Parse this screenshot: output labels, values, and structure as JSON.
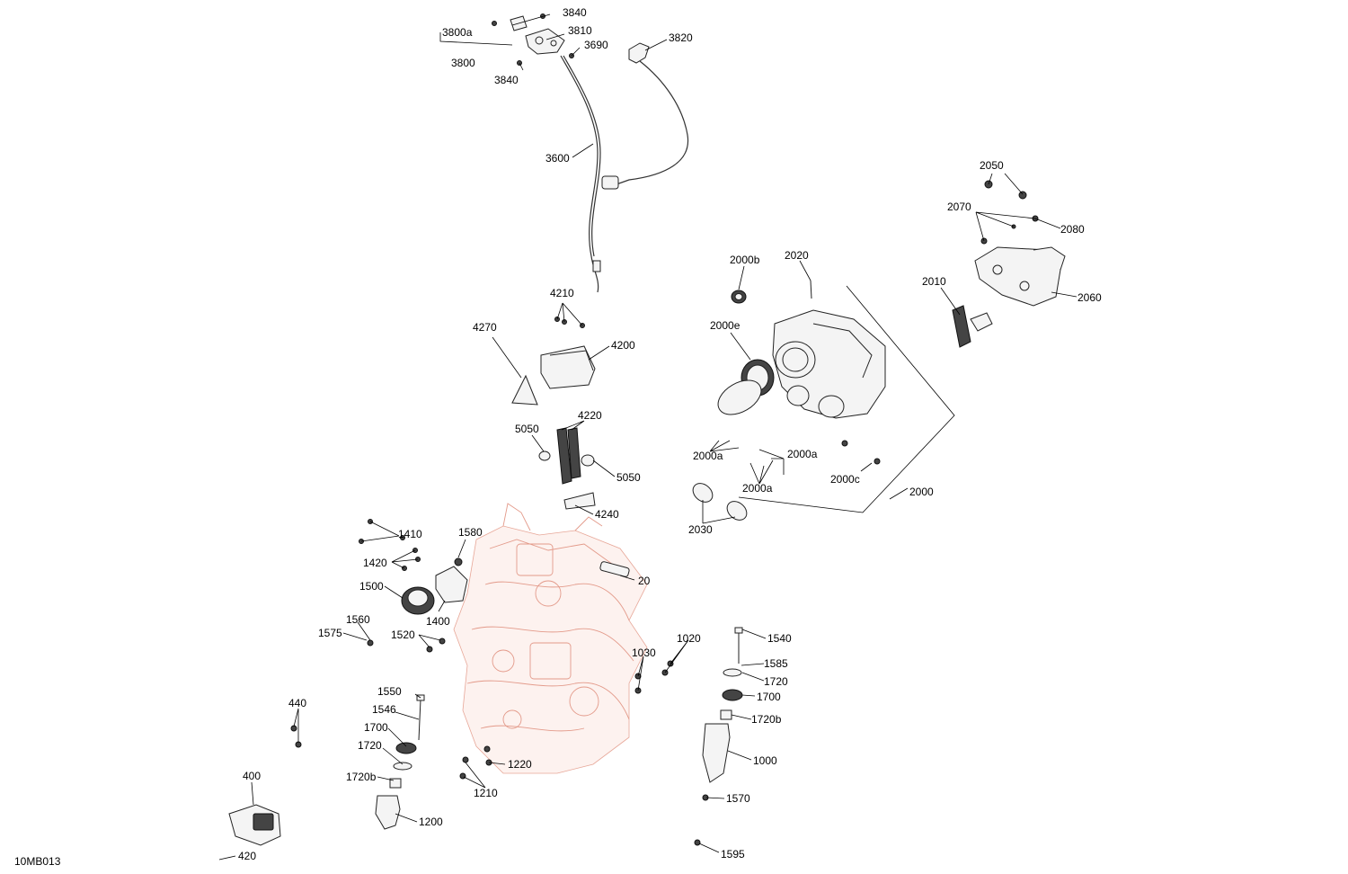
{
  "figure_code": "10MB013",
  "labels": [
    "3840",
    "3800a",
    "3810",
    "3690",
    "3820",
    "3800",
    "3840",
    "3600",
    "2050",
    "2070",
    "2080",
    "2060",
    "2010",
    "2000b",
    "2020",
    "2000e",
    "4210",
    "4270",
    "4200",
    "4220",
    "5050",
    "5050",
    "4240",
    "2000a",
    "2000a",
    "2000a",
    "2000c",
    "2000",
    "2030",
    "1410",
    "1580",
    "1420",
    "1500",
    "1400",
    "20",
    "1560",
    "1575",
    "1520",
    "1030",
    "1020",
    "1540",
    "1585",
    "1720",
    "1700",
    "1720b",
    "1000",
    "440",
    "1550",
    "1546",
    "1700",
    "1720",
    "1720b",
    "1220",
    "1210",
    "1200",
    "400",
    "420",
    "1570",
    "1595"
  ]
}
